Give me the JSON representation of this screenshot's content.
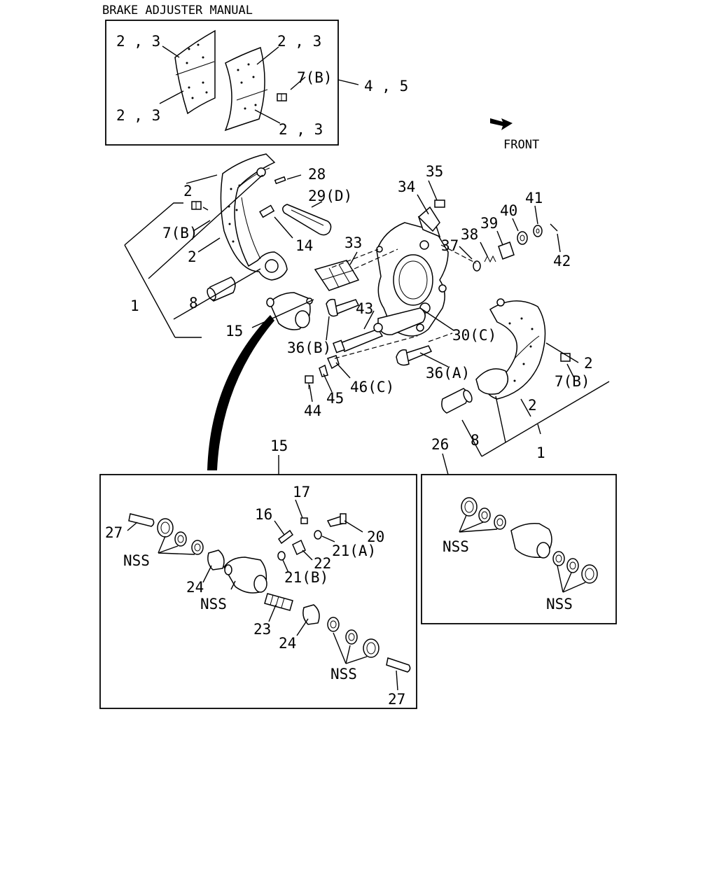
{
  "title": "BRAKE ADJUSTER MANUAL",
  "front_label": "FRONT",
  "callouts": {
    "c23a": "2 , 3",
    "c23b": "2 , 3",
    "c23c": "2 , 3",
    "c23d": "2 , 3",
    "c7b_top": "7(B)",
    "c45": "4 , 5",
    "c28": "28",
    "c29d": "29(D)",
    "c2a": "2",
    "c7b_left": "7(B)",
    "c2b": "2",
    "c1_left": "1",
    "c8_left": "8",
    "c14": "14",
    "c33": "33",
    "c15_top": "15",
    "c34": "34",
    "c35": "35",
    "c37": "37",
    "c38": "38",
    "c39": "39",
    "c40": "40",
    "c41": "41",
    "c42": "42",
    "c43": "43",
    "c36b": "36(B)",
    "c30c": "30(C)",
    "c36a": "36(A)",
    "c44": "44",
    "c45b": "45",
    "c46c": "46(C)",
    "c2_right": "2",
    "c7b_right": "7(B)",
    "c2_right2": "2",
    "c8_right": "8",
    "c1_right": "1",
    "c15_box": "15",
    "c26_box": "26",
    "c17": "17",
    "c16": "16",
    "c20": "20",
    "c21a": "21(A)",
    "c22": "22",
    "c21b": "21(B)",
    "c27a": "27",
    "nss1": "NSS",
    "c24a": "24",
    "nss2": "NSS",
    "c23": "23",
    "c24b": "24",
    "nss3": "NSS",
    "c27b": "27",
    "nss4": "NSS",
    "nss5": "NSS"
  }
}
